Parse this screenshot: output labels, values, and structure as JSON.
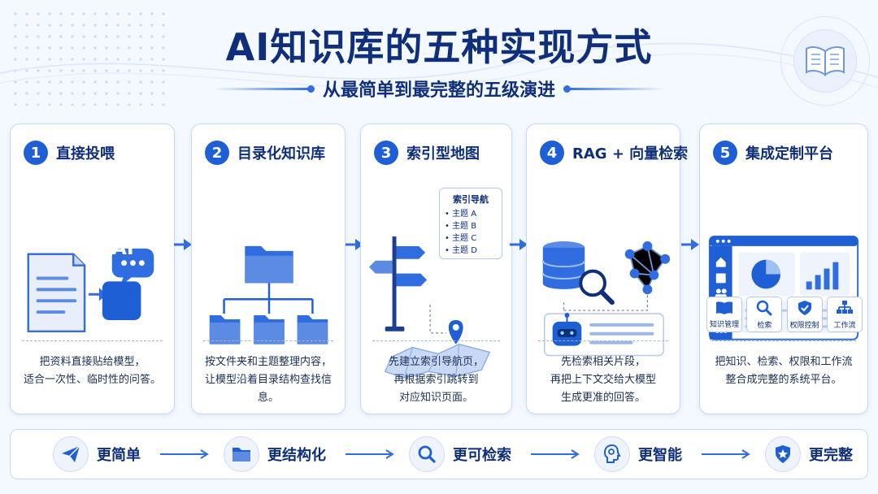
{
  "title": "AI知识库的五种实现方式",
  "subtitle": "从最简单到最完整的五级演进",
  "colors": {
    "primary": "#1f5fd6",
    "dark": "#0f2f7a",
    "light": "#eaf1fd",
    "border": "#c9d9f2"
  },
  "cards": [
    {
      "num": "1",
      "title": "直接投喂",
      "icon": "document-to-ai-chat-icon",
      "chip": "AI",
      "desc": [
        "把资料直接贴给模型，",
        "适合一次性、临时性的问答。"
      ]
    },
    {
      "num": "2",
      "title": "目录化知识库",
      "icon": "folder-tree-icon",
      "desc": [
        "按文件夹和主题整理内容，",
        "让模型沿着目录结构查找信息。"
      ]
    },
    {
      "num": "3",
      "title": "索引型地图",
      "icon": "signpost-map-icon",
      "index_title": "索引导航",
      "index_items": [
        "主题 A",
        "主题 B",
        "主题 C",
        "主题 D"
      ],
      "desc": [
        "先建立索引导航页，",
        "再根据索引跳转到",
        "对应知识页面。"
      ]
    },
    {
      "num": "4",
      "title": "RAG + 向量检索",
      "icon": "database-search-graph-icon",
      "desc": [
        "先检索相关片段，",
        "再把上下文交给大模型",
        "生成更准的回答。"
      ]
    },
    {
      "num": "5",
      "title": "集成定制平台",
      "icon": "dashboard-platform-icon",
      "modules": [
        {
          "label": "知识管理",
          "icon": "book-icon"
        },
        {
          "label": "检索",
          "icon": "search-icon"
        },
        {
          "label": "权限控制",
          "icon": "shield-icon"
        },
        {
          "label": "工作流",
          "icon": "workflow-icon"
        }
      ],
      "desc": [
        "把知识、检索、权限和工作流",
        "整合成完整的系统平台。"
      ]
    }
  ],
  "progression": [
    {
      "label": "更简单",
      "icon": "paper-plane-icon"
    },
    {
      "label": "更结构化",
      "icon": "folder-icon"
    },
    {
      "label": "更可检索",
      "icon": "search-icon"
    },
    {
      "label": "更智能",
      "icon": "brain-head-icon"
    },
    {
      "label": "更完整",
      "icon": "shield-star-icon"
    }
  ]
}
